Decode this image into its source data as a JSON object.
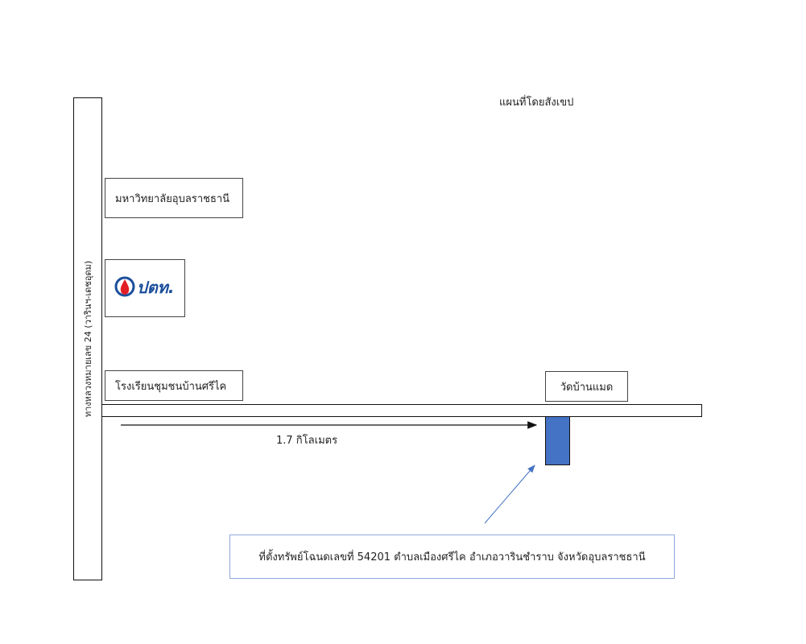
{
  "map": {
    "title": "แผนที่โดยสังเขป",
    "highway_label": "ทางหลวงหมายเลข 24 (วารินฯ-เดชอุดม)",
    "landmarks": {
      "university": "มหาวิทยาลัยอุบลราชธานี",
      "gas_station_logo": "ปตท.",
      "school": "โรงเรียนชุมชนบ้านศรีไค",
      "temple": "วัดบ้านแมด"
    },
    "distance_label": "1.7 กิโลเมตร",
    "deed_location": "ที่ตั้งทรัพย์โฉนดเลขที่ 54201 ตำบลเมืองศรีไค อำเภอวารินชำราบ จังหวัดอุบลราชธานี",
    "colors": {
      "plot": "#4472c4",
      "callout_line": "#4472c4",
      "ptt_blue": "#1b4f9c",
      "ptt_red": "#e31e24"
    }
  }
}
